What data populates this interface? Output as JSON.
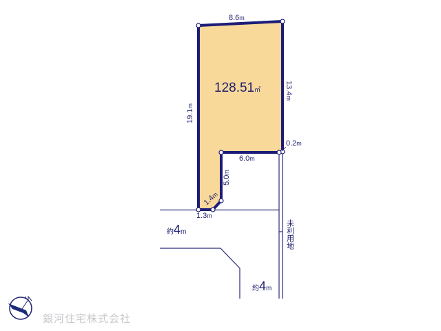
{
  "colors": {
    "lot_fill": "#f8d99a",
    "lot_border": "#1c1c78",
    "road_line": "#2a2a7a",
    "text": "#1f1f6e",
    "company_text": "#c8c8cc",
    "vertex_fill": "#ffffff"
  },
  "lot": {
    "area": "128.51",
    "area_unit": "㎡",
    "dimensions": {
      "top": {
        "value": "8.6",
        "unit": "m"
      },
      "right_upper": {
        "value": "13.4",
        "unit": "m"
      },
      "right_offset": {
        "value": "0.2",
        "unit": "m"
      },
      "notch_horizontal": {
        "value": "6.0",
        "unit": "m"
      },
      "notch_vertical": {
        "value": "5.0",
        "unit": "m"
      },
      "corner_cut": {
        "value": "1.4",
        "unit": "m"
      },
      "bottom": {
        "value": "1.3",
        "unit": "m"
      },
      "left": {
        "value": "19.1",
        "unit": "m"
      }
    }
  },
  "roads": {
    "west": {
      "prefix": "約",
      "value": "4",
      "unit": "m"
    },
    "south": {
      "prefix": "約",
      "value": "4",
      "unit": "m"
    }
  },
  "unused_land_label": "未利用地",
  "company": {
    "name": "銀河住宅株式会社",
    "logo_icon": "bird-compass-logo"
  }
}
